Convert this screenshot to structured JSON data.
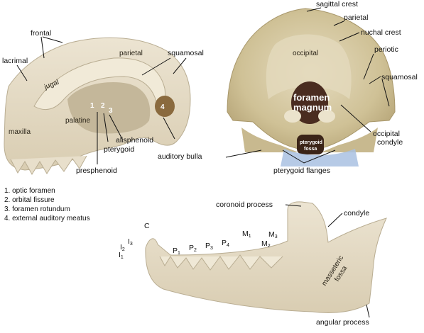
{
  "skull_lateral": {
    "labels": {
      "frontal": "frontal",
      "lacrimal": "lacrimal",
      "jugal": "jugal",
      "parietal": "parietal",
      "squamosal": "squamosal",
      "maxilla": "maxilla",
      "palatine": "palatine",
      "pterygoid": "pterygoid",
      "alisphenoid": "alisphenoid",
      "presphenoid": "presphenoid",
      "auditory_bulla": "auditory bulla"
    },
    "markers": [
      "1",
      "2",
      "3",
      "4"
    ]
  },
  "skull_posterior": {
    "labels": {
      "sagittal_crest": "sagittal crest",
      "parietal": "parietal",
      "nuchal_crest": "nuchal crest",
      "occipital": "occipital",
      "periotic": "periotic",
      "squamosal": "squamosal",
      "foramen_magnum_1": "foramen",
      "foramen_magnum_2": "magnum",
      "occipital_condyle_1": "occipital",
      "occipital_condyle_2": "condyle",
      "pterygoid_fossa_1": "pterygoid",
      "pterygoid_fossa_2": "fossa",
      "pterygoid_flanges": "pterygoid flanges"
    }
  },
  "legend": [
    "1. optic foramen",
    "2. orbital fissure",
    "3. foramen rotundum",
    "4. external auditory meatus"
  ],
  "mandible": {
    "labels": {
      "coronoid_process": "coronoid process",
      "condyle": "condyle",
      "masseteric_1": "masseteric",
      "masseteric_2": "fossa",
      "angular_process": "angular process"
    },
    "teeth": [
      {
        "base": "C",
        "sub": ""
      },
      {
        "base": "I",
        "sub": "3"
      },
      {
        "base": "I",
        "sub": "2"
      },
      {
        "base": "I",
        "sub": "1"
      },
      {
        "base": "P",
        "sub": "1"
      },
      {
        "base": "P",
        "sub": "2"
      },
      {
        "base": "P",
        "sub": "3"
      },
      {
        "base": "P",
        "sub": "4"
      },
      {
        "base": "M",
        "sub": "1"
      },
      {
        "base": "M",
        "sub": "2"
      },
      {
        "base": "M",
        "sub": "3"
      }
    ]
  }
}
